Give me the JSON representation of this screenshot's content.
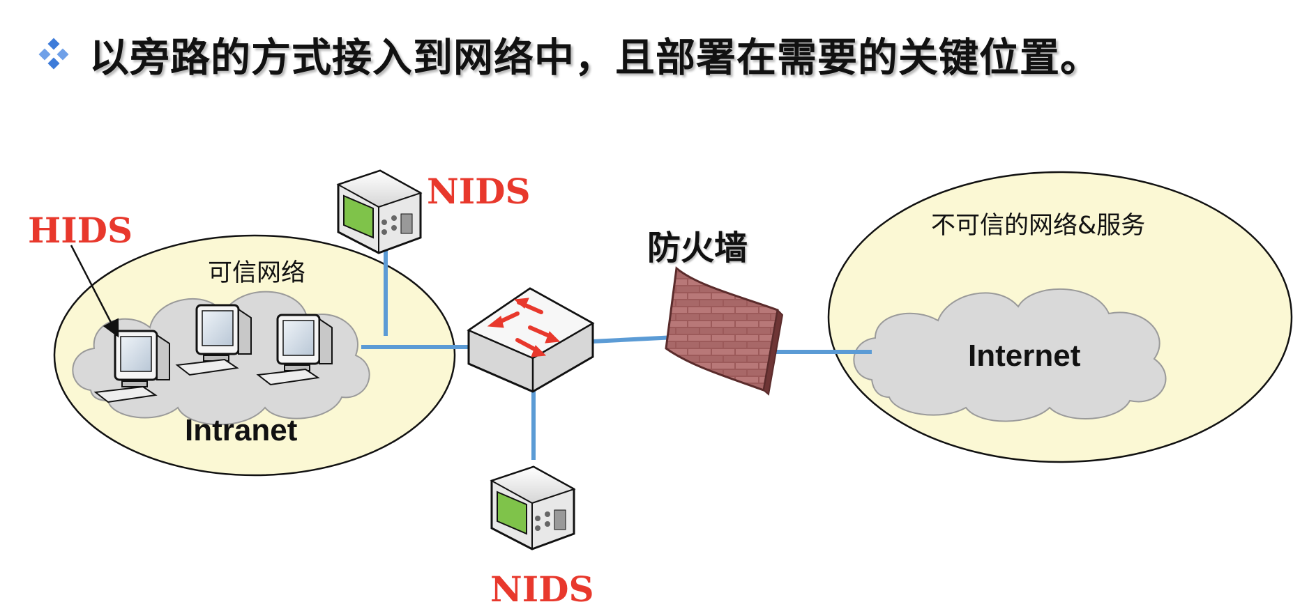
{
  "heading": {
    "text": "以旁路的方式接入到网络中，且部署在需要的关键位置。",
    "bullet_icon": "diamond-bullet-icon",
    "bullet_color": "#3d7bd9"
  },
  "labels": {
    "hids": "HIDS",
    "nids_top": "NIDS",
    "nids_bottom": "NIDS",
    "trusted_network": "可信网络",
    "intranet": "Intranet",
    "firewall": "防火墙",
    "untrusted_network": "不可信的网络&服务",
    "internet": "Internet"
  },
  "colors": {
    "accent_red": "#e8382c",
    "link_blue": "#5b9bd5",
    "zone_fill": "#fbf8d4",
    "cloud_fill": "#d9d9d9"
  },
  "icons": [
    "workstation-icon",
    "nids-sensor-icon",
    "switch-icon",
    "firewall-icon",
    "cloud-icon"
  ]
}
